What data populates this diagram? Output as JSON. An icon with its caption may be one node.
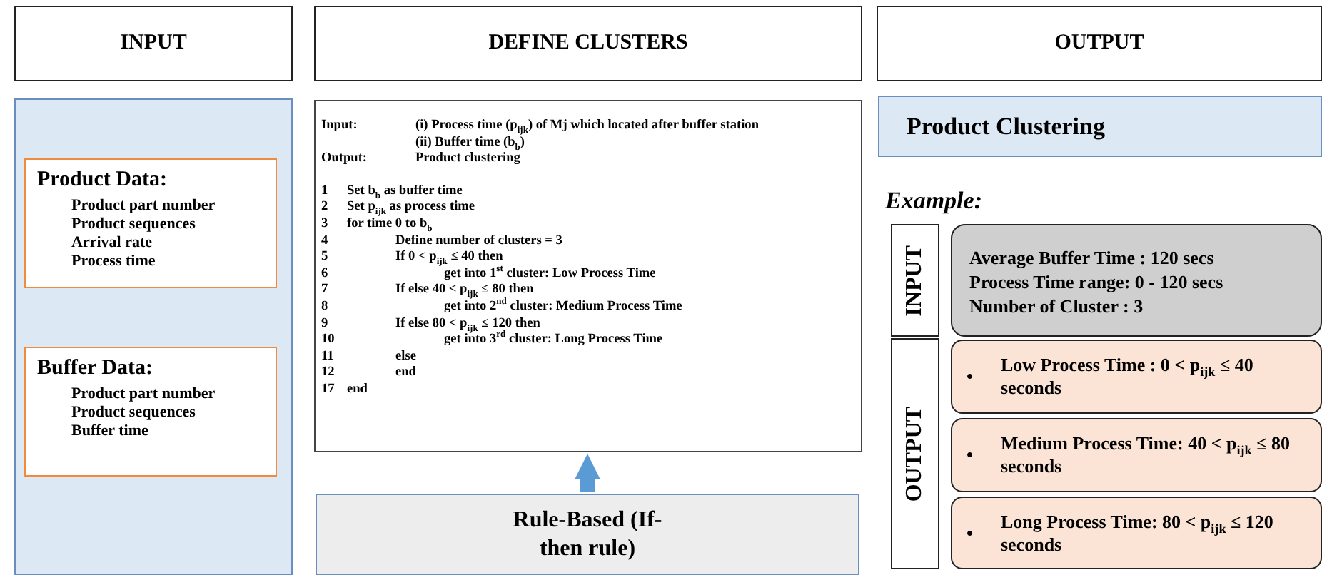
{
  "diagram": {
    "nodes": [
      {
        "text": [
          "INPUT"
        ]
      },
      {
        "text": [
          "DEFINE CLUSTERS"
        ]
      },
      {
        "text": [
          "OUTPUT"
        ]
      },
      {
        "text": [],
        "shape": "box"
      },
      {
        "text": [
          "Product Data:",
          "Product part number",
          "Product sequences",
          "Arrival rate",
          "Process time"
        ],
        "in": 3
      },
      {
        "text": [
          "Buffer Data:",
          "Product part number",
          "Product sequences",
          "Buffer time"
        ],
        "in": 3
      },
      {
        "text": [
          "Input:",
          "(i) Process time (p$_{ijk}$) of Mj which located after buffer station",
          "(ii) Buffer time (b$_{b}$)",
          "Output:",
          "Product clustering",
          "1",
          "Set b$_{b}$ as buffer time",
          "2",
          "Set p$_{ijk}$ as process time",
          "3",
          "for time 0 to b$_{b}$",
          "4",
          "Define number of clusters = 3",
          "5",
          "If 0 < p$_{ijk}$ ≤ 40 then",
          "6",
          "get into 1$^{st}$ cluster: Low Process Time",
          "7",
          "If else 40 < p$_{ijk}$ ≤ 80 then",
          "8",
          "get into 2$^{nd}$ cluster: Medium Process Time",
          "9",
          "If else 80 < p$_{ijk}$ ≤ 120 then",
          "10",
          "get into 3$^{rd}$ cluster: Long Process Time",
          "11",
          "else",
          "12",
          "end",
          "17",
          "end"
        ]
      },
      {
        "text": [
          "Rule-Based (If-then rule)"
        ]
      },
      {
        "text": [
          "Product Clustering"
        ]
      },
      {
        "text": [
          "INPUT"
        ]
      },
      {
        "text": [
          "Average Buffer Time : 120 secs",
          "Process Time range: 0 - 120 secs",
          "Number of Cluster : 3"
        ]
      },
      {
        "text": [
          "OUTPUT"
        ]
      },
      {
        "text": [
          "•",
          "Low Process Time : 0 < p$_{ijk}$ ≤ 40 seconds"
        ]
      },
      {
        "text": [
          "•",
          "Medium Process Time: 40 < p$_{ijk}$ ≤ 80 seconds"
        ]
      },
      {
        "text": [
          "•",
          "Long Process Time: 80 < p$_{ijk}$ ≤ 120 seconds"
        ]
      }
    ],
    "edges": [
      {
        "from": 7,
        "to": 6,
        "arrow": "to"
      }
    ],
    "labels": [
      "Example:"
    ]
  }
}
